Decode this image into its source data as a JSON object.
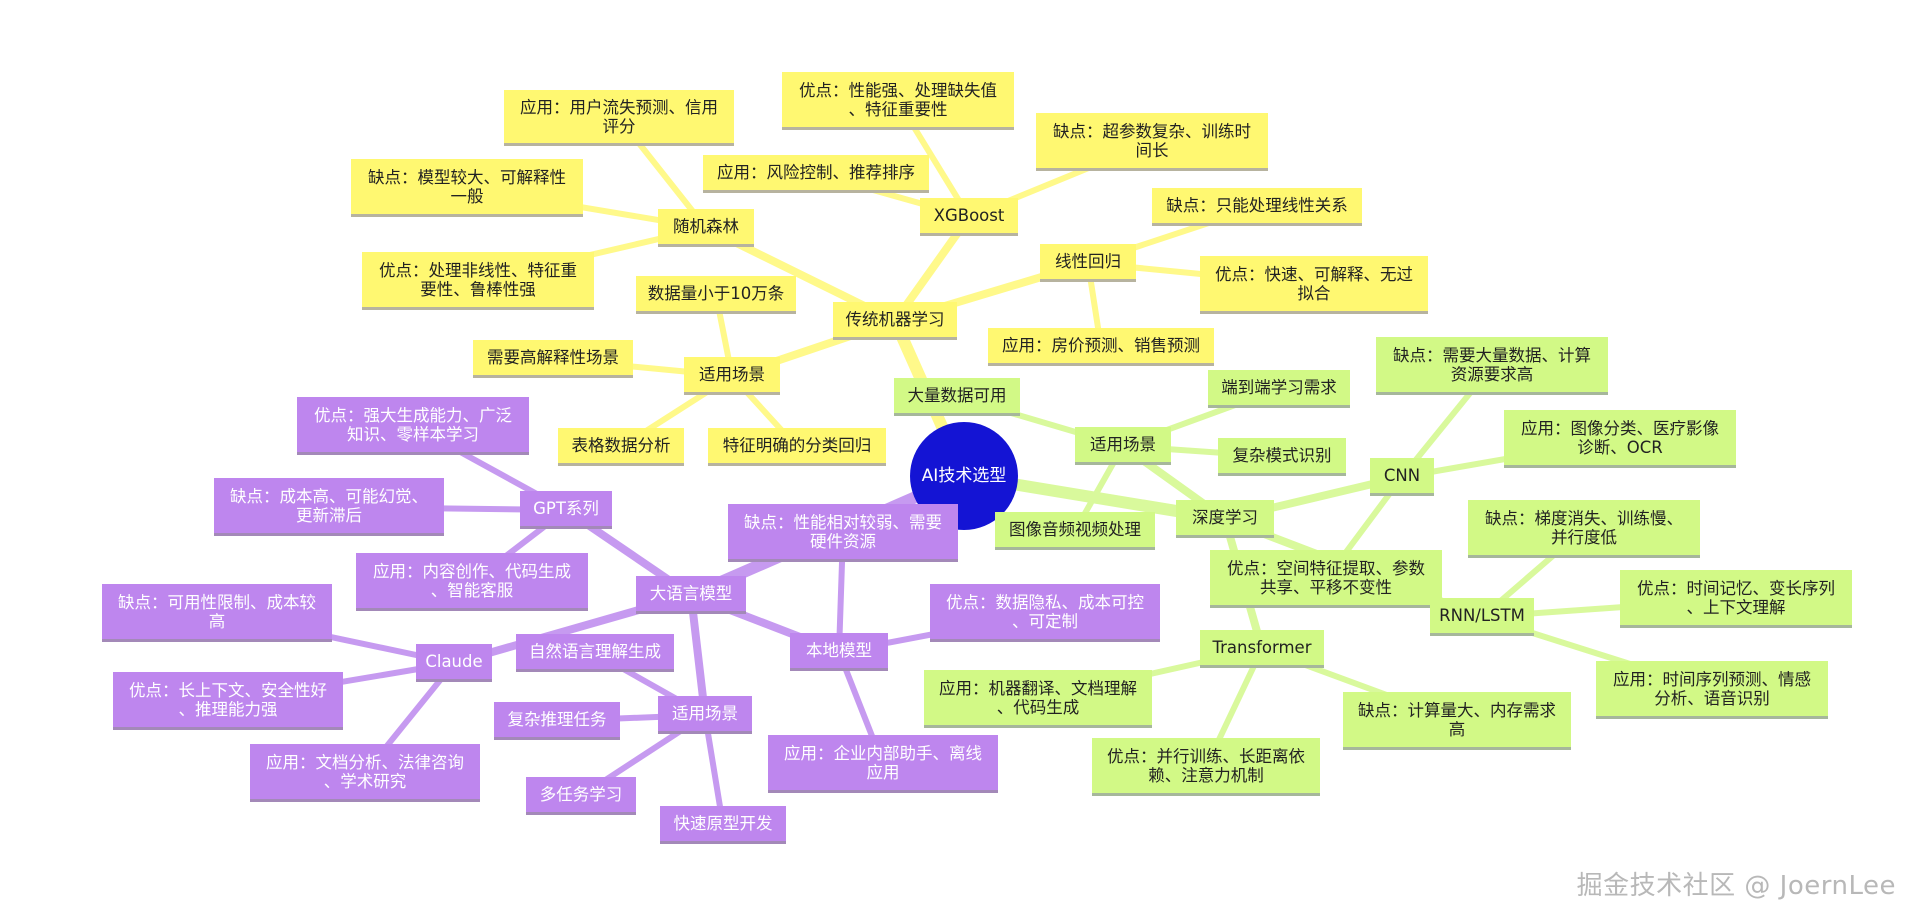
{
  "diagram": {
    "root": "AI技术选型",
    "colors": {
      "traditional_ml": "#fff871",
      "deep_learning": "#d2f986",
      "llm": "#be86ee",
      "root": "#1414d4",
      "edge_yellow": "#fff98a",
      "edge_green": "#d9f99c",
      "edge_purple": "#c69af0"
    },
    "traditional_ml": {
      "label": "传统机器学习",
      "random_forest": {
        "label": "随机森林",
        "app": "应用：用户流失预测、信用\n评分",
        "con": "缺点：模型较大、可解释性\n一般",
        "pro": "优点：处理非线性、特征重\n要性、鲁棒性强"
      },
      "xgboost": {
        "label": "XGBoost",
        "pro": "优点：性能强、处理缺失值\n、特征重要性",
        "app": "应用：风险控制、推荐排序",
        "con": "缺点：超参数复杂、训练时\n间长"
      },
      "linear": {
        "label": "线性回归",
        "con": "缺点：只能处理线性关系",
        "pro": "优点：快速、可解释、无过\n拟合",
        "app": "应用：房价预测、销售预测"
      },
      "scenarios": {
        "label": "适用场景",
        "items": [
          "数据量小于10万条",
          "需要高解释性场景",
          "表格数据分析",
          "特征明确的分类回归"
        ]
      }
    },
    "deep_learning": {
      "label": "深度学习",
      "scenarios": {
        "label": "适用场景",
        "items": [
          "大量数据可用",
          "端到端学习需求",
          "复杂模式识别",
          "图像音频视频处理"
        ]
      },
      "cnn": {
        "label": "CNN",
        "con": "缺点：需要大量数据、计算\n资源要求高",
        "app": "应用：图像分类、医疗影像\n诊断、OCR",
        "pro": "优点：空间特征提取、参数\n共享、平移不变性"
      },
      "rnn": {
        "label": "RNN/LSTM",
        "con": "缺点：梯度消失、训练慢、\n并行度低",
        "pro": "优点：时间记忆、变长序列\n、上下文理解",
        "app": "应用：时间序列预测、情感\n分析、语音识别"
      },
      "transformer": {
        "label": "Transformer",
        "app": "应用：机器翻译、文档理解\n、代码生成",
        "pro": "优点：并行训练、长距离依\n赖、注意力机制",
        "con": "缺点：计算量大、内存需求\n高"
      }
    },
    "llm": {
      "label": "大语言模型",
      "gpt": {
        "label": "GPT系列",
        "pro": "优点：强大生成能力、广泛\n知识、零样本学习",
        "con": "缺点：成本高、可能幻觉、\n更新滞后",
        "app": "应用：内容创作、代码生成\n、智能客服"
      },
      "claude": {
        "label": "Claude",
        "con": "缺点：可用性限制、成本较\n高",
        "pro": "优点：长上下文、安全性好\n、推理能力强",
        "app": "应用：文档分析、法律咨询\n、学术研究"
      },
      "local": {
        "label": "本地模型",
        "con": "缺点：性能相对较弱、需要\n硬件资源",
        "pro": "优点：数据隐私、成本可控\n、可定制",
        "app": "应用：企业内部助手、离线\n应用"
      },
      "scenarios": {
        "label": "适用场景",
        "items": [
          "自然语言理解生成",
          "复杂推理任务",
          "多任务学习",
          "快速原型开发"
        ]
      }
    },
    "watermark": "掘金技术社区 @ JoernLee"
  }
}
